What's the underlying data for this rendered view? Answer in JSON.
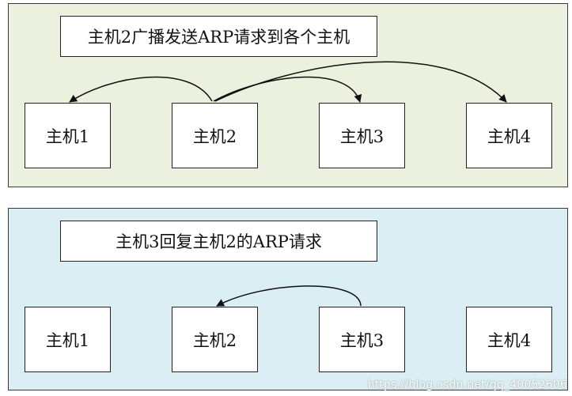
{
  "broadcast": {
    "caption": "主机2广播发送ARP请求到各个主机",
    "hosts": [
      "主机1",
      "主机2",
      "主机3",
      "主机4"
    ]
  },
  "reply": {
    "caption": "主机3回复主机2的ARP请求",
    "hosts": [
      "主机1",
      "主机2",
      "主机3",
      "主机4"
    ]
  },
  "watermark": "https://blog.csdn.net/qq_40052606",
  "colors": {
    "broadcast_panel": "#ebf1de",
    "reply_panel": "#daeef3",
    "border": "#3a3a3a"
  }
}
